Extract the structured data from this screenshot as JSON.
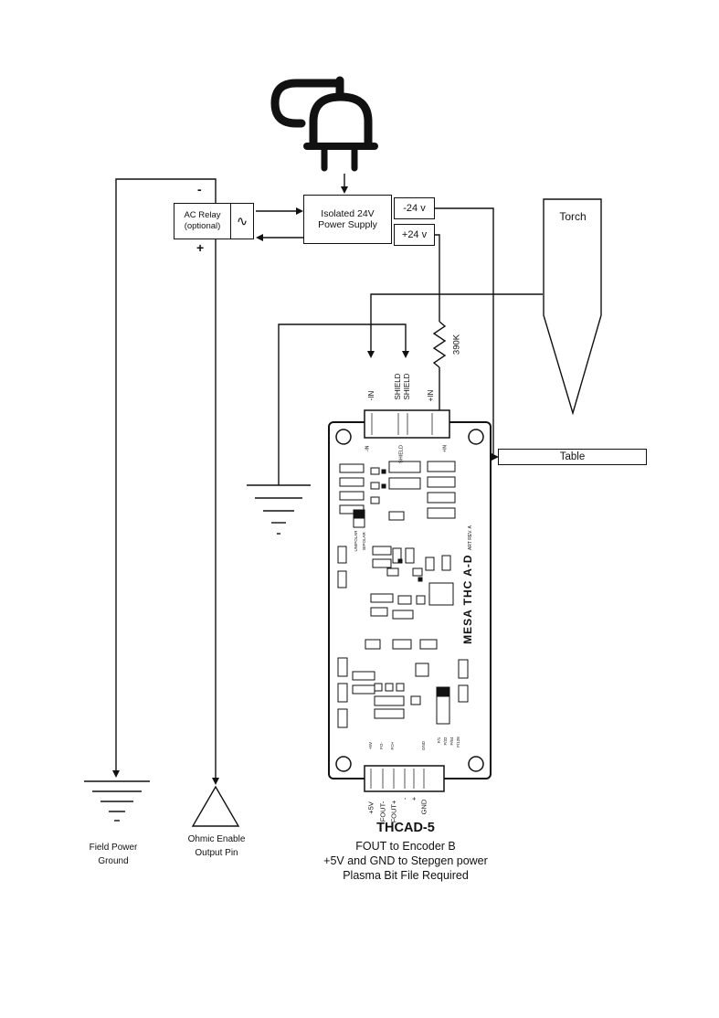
{
  "colors": {
    "ink": "#111111",
    "paper": "#ffffff"
  },
  "power": {
    "supply": "Isolated 24V Power Supply",
    "neg": "-24 v",
    "pos": "+24 v",
    "relay": "AC Relay (optional)",
    "relay_minus": "-",
    "relay_plus": "+"
  },
  "labels": {
    "torch": "Torch",
    "table": "Table",
    "resistor": "390K",
    "field_ground": "Field Power\nGround",
    "ohmic": "Ohmic Enable\nOutput Pin"
  },
  "board": {
    "pins_top": [
      "-IN",
      "SHIELD",
      "SHIELD",
      "+IN"
    ],
    "pins_top_inner": [
      "-IN",
      "+IN"
    ],
    "shield_inner": "SHIELD",
    "brand": "MESA THC A-D",
    "brand_rev": "ART REV. A",
    "unipolar": "UNIPOLAR",
    "bipolar": "BIPOLAR",
    "freq_jumpers": [
      "F/1",
      "F/32",
      "F/64",
      "F/128"
    ],
    "pins_bottom": [
      "+5V",
      "FOUT-",
      "FOUT+",
      "-",
      "+",
      "GND"
    ],
    "pins_bottom_inner": [
      "+5V",
      "FO-",
      "FO+",
      "GND"
    ]
  },
  "caption": {
    "title": "THCAD-5",
    "line1": "FOUT to  Encoder B",
    "line2": "+5V and GND to Stepgen power",
    "line3": "Plasma Bit File Required"
  },
  "icons": {
    "ac_wave": "∿"
  }
}
